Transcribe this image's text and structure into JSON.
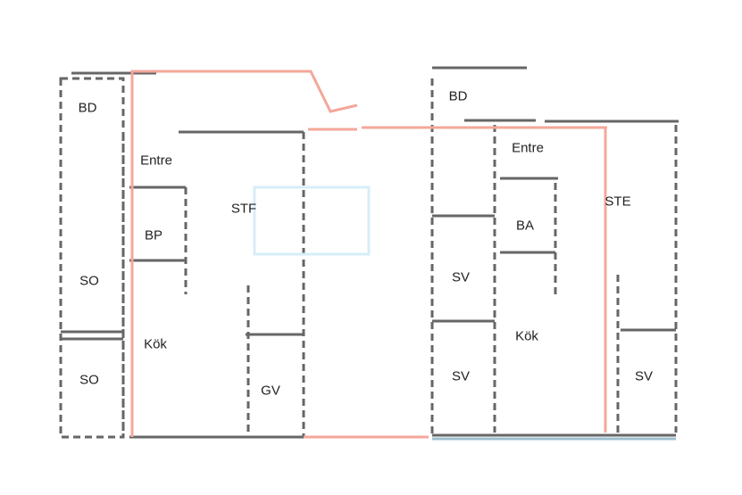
{
  "plans": [
    {
      "name": "left-plan",
      "rooms": [
        {
          "id": "bd",
          "label": "BD"
        },
        {
          "id": "entre",
          "label": "Entre"
        },
        {
          "id": "bp",
          "label": "BP"
        },
        {
          "id": "stf",
          "label": "STF"
        },
        {
          "id": "so-1",
          "label": "SO"
        },
        {
          "id": "kok",
          "label": "Kök"
        },
        {
          "id": "so-2",
          "label": "SO"
        },
        {
          "id": "gv",
          "label": "GV"
        }
      ]
    },
    {
      "name": "right-plan",
      "rooms": [
        {
          "id": "bd",
          "label": "BD"
        },
        {
          "id": "entre",
          "label": "Entre"
        },
        {
          "id": "ba",
          "label": "BA"
        },
        {
          "id": "ste",
          "label": "STE"
        },
        {
          "id": "sv-1",
          "label": "SV"
        },
        {
          "id": "kok",
          "label": "Kök"
        },
        {
          "id": "sv-2",
          "label": "SV"
        },
        {
          "id": "sv-3",
          "label": "SV"
        }
      ]
    }
  ],
  "colors": {
    "wall": "#555555",
    "accent_red": "#f4a79a",
    "accent_blue": "#bfe3f2",
    "accent_yellow": "#f7d9a0"
  }
}
